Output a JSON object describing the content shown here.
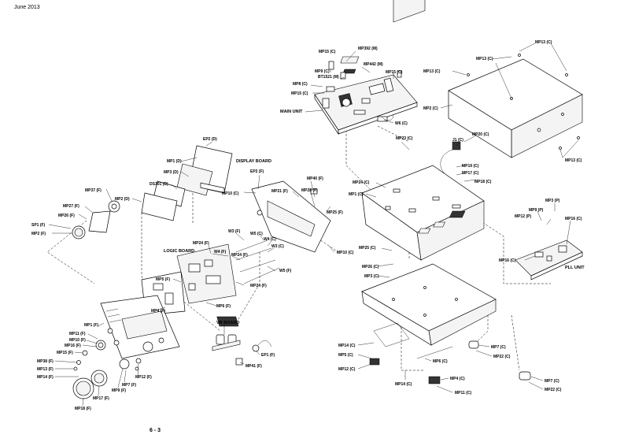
{
  "header": {
    "date": "June 2013"
  },
  "footer": {
    "page_number": "6 - 3"
  },
  "labels": {
    "mp392": "MP392 (M)",
    "mp15a": "MP15 (C)",
    "mp442": "MP442 (M)",
    "mp9c": "MP9 (C)",
    "mp15b": "MP15 (C)",
    "bt1521": "BT1521 (M)",
    "mp8c": "MP8 (C)",
    "mp15c": "MP15 (C)",
    "main_unit": "MAIN UNIT",
    "w6c": "W6 (C)",
    "mp13a": "MP13 (C)",
    "mp13b": "MP13 (C)",
    "mp13c": "MP13 (C)",
    "mp2c": "MP2 (C)",
    "mp13d": "MP13 (C)",
    "ep2d": "EP2 (D)",
    "mp1d": "MP1 (D)",
    "display_board": "DISPLAY BOARD",
    "mp3d": "MP3 (D)",
    "ds101": "DS101 (D)",
    "mp37": "MP37 (F)",
    "mp2d": "MP2 (D)",
    "mp27": "MP27 (F)",
    "mp26": "MP26 (F)",
    "sp1": "SP1 (F)",
    "mp2f": "MP2 (F)",
    "ep2f": "EP2 (F)",
    "mp10c": "MP10 (C)",
    "mp40": "MP40 (F)",
    "mp21": "MP21 (F)",
    "mp28": "MP28 (F)",
    "mp25": "MP25 (F)",
    "mp23": "MP23 (C)",
    "j1": "J1 (C)",
    "mp20": "MP20 (C)",
    "mp19": "MP19 (C)",
    "mp17c": "MP17 (C)",
    "mp18c": "MP18 (C)",
    "mp24c": "MP24 (C)",
    "mp1c": "MP1 (C)",
    "mp3p": "MP3 (P)",
    "mp9p": "MP9 (P)",
    "mp12p": "MP12 (P)",
    "mp16p": "MP16 (C)",
    "mp16p2": "MP16 (C)",
    "pll_unit": "PLL UNIT",
    "mp24f": "MP24 (F)",
    "w3f": "W3 (F)",
    "w5c": "W5 (C)",
    "w4c": "W4 (C)",
    "logic_board": "LOGIC BOARD",
    "w4f": "W4 (F)",
    "mp24f2": "MP24 (F)",
    "w3c": "W3 (C)",
    "w5f": "W5 (F)",
    "mp10c2": "MP10 (C)",
    "mp5f": "MP5 (F)",
    "mp24f3": "MP24 (F)",
    "mp6f": "MP6 (F)",
    "mp4f": "MP4 (F)",
    "mp25c": "MP25 (C)",
    "mp26c": "MP26 (C)",
    "mp3c": "MP3 (C)",
    "mp1f": "MP1 (F)",
    "mp11f": "MP11 (F)",
    "mp10f": "MP10 (F)",
    "mp16f": "MP16 (F)",
    "mp15f": "MP15 (F)",
    "mp38f": "MP38 (F)",
    "mp13f": "MP13 (F)",
    "mp14f": "MP14 (F)",
    "mp18f": "MP18 (F)",
    "mp17f": "MP17 (F)",
    "mp9f": "MP9 (F)",
    "mp7f": "MP7 (F)",
    "mp12f": "MP12 (F)",
    "vr_board": "VR BOARD",
    "ep1f": "EP1 (F)",
    "mp41f": "MP41 (F)",
    "mp14c": "MP14 (C)",
    "mp5c": "MP5 (C)",
    "mp12c": "MP12 (C)",
    "mp14c2": "MP14 (C)",
    "mp6c": "MP6 (C)",
    "mp4c": "MP4 (C)",
    "mp11c": "MP11 (C)",
    "mp7c": "MP7 (C)",
    "mp22c": "MP22 (C)",
    "mp7c2": "MP7 (C)",
    "mp22c2": "MP22 (C)"
  }
}
